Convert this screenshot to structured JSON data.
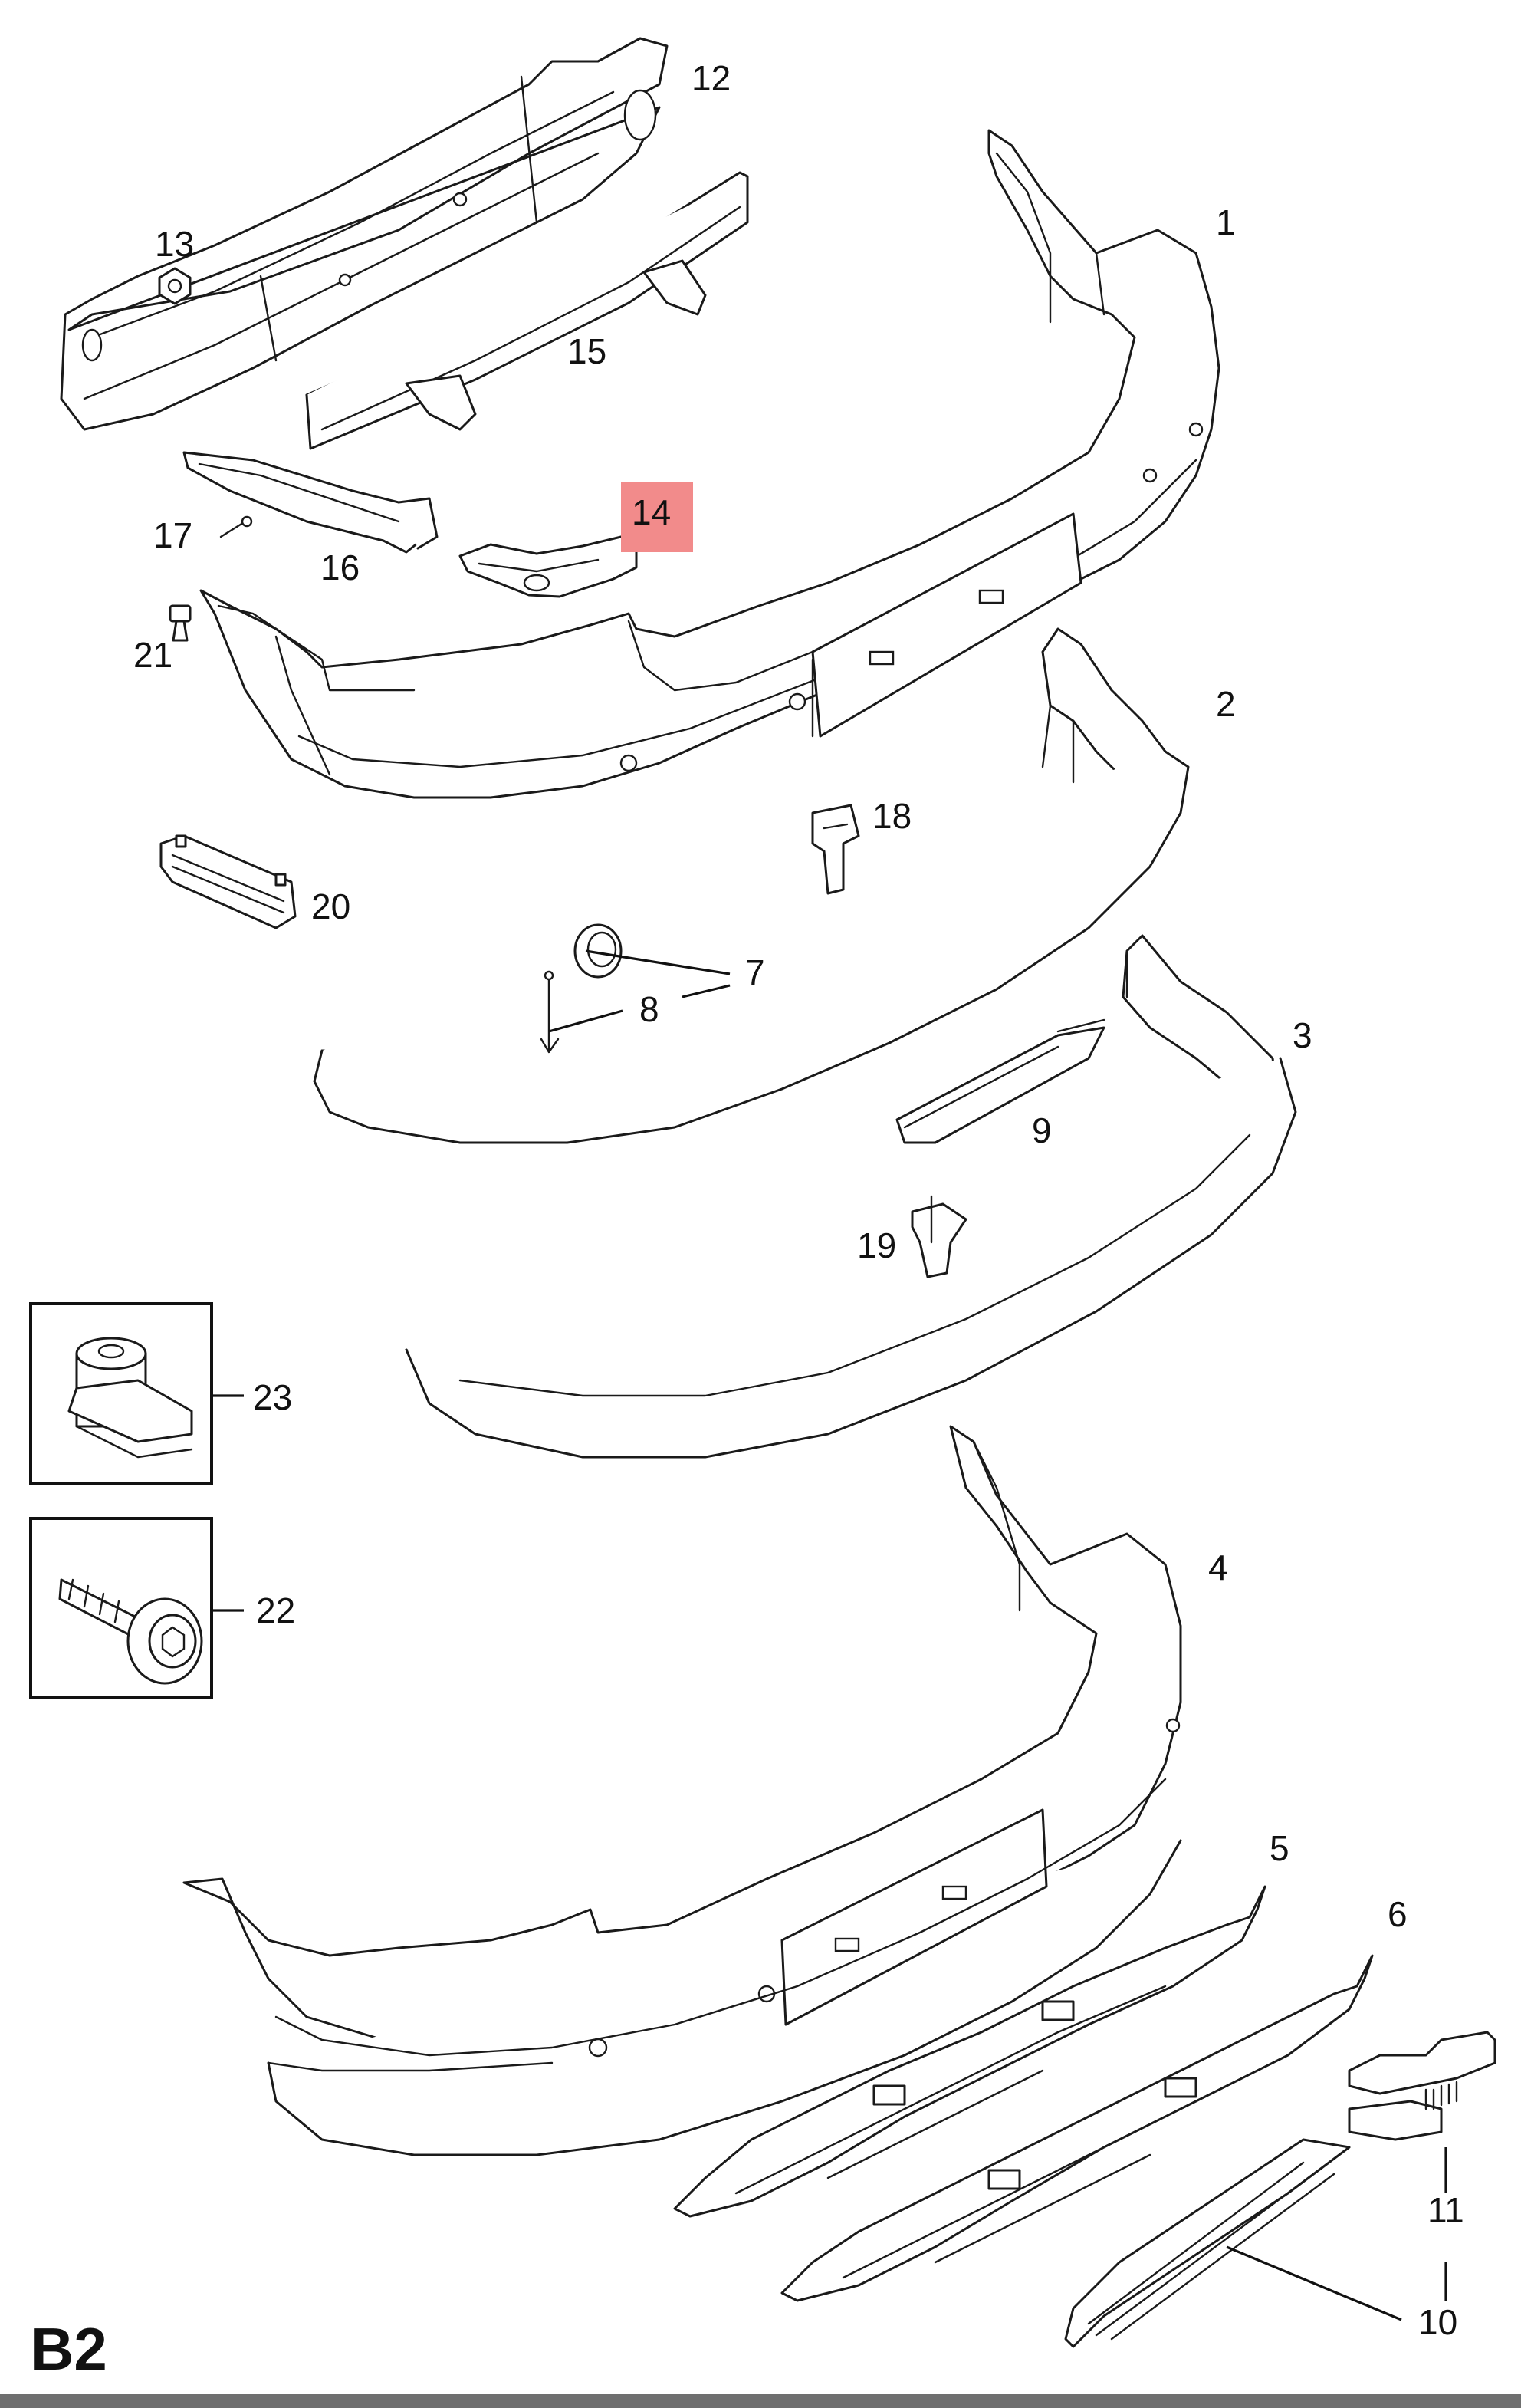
{
  "page_code": "B2",
  "highlight_color": "#f28b8b",
  "callouts": [
    {
      "id": "c1",
      "label": "1"
    },
    {
      "id": "c2",
      "label": "2"
    },
    {
      "id": "c3",
      "label": "3"
    },
    {
      "id": "c4",
      "label": "4"
    },
    {
      "id": "c5",
      "label": "5"
    },
    {
      "id": "c6",
      "label": "6"
    },
    {
      "id": "c7",
      "label": "7"
    },
    {
      "id": "c8",
      "label": "8"
    },
    {
      "id": "c9",
      "label": "9"
    },
    {
      "id": "c10",
      "label": "10"
    },
    {
      "id": "c11",
      "label": "11"
    },
    {
      "id": "c12",
      "label": "12"
    },
    {
      "id": "c13",
      "label": "13"
    },
    {
      "id": "c14",
      "label": "14",
      "highlighted": true
    },
    {
      "id": "c15",
      "label": "15"
    },
    {
      "id": "c16",
      "label": "16"
    },
    {
      "id": "c17",
      "label": "17"
    },
    {
      "id": "c18",
      "label": "18"
    },
    {
      "id": "c19",
      "label": "19"
    },
    {
      "id": "c20",
      "label": "20"
    },
    {
      "id": "c21",
      "label": "21"
    },
    {
      "id": "c22",
      "label": "22"
    },
    {
      "id": "c23",
      "label": "23"
    }
  ]
}
